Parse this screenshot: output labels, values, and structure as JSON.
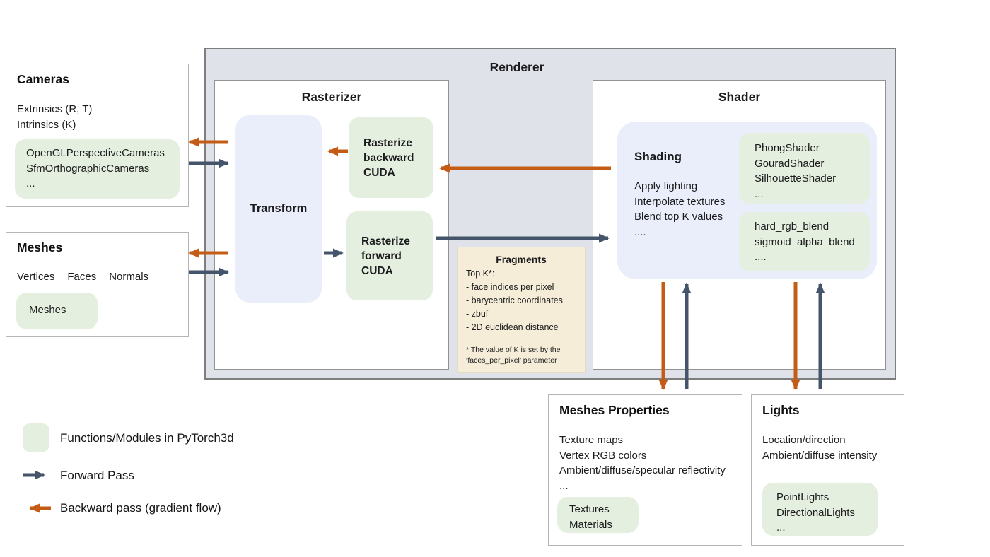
{
  "diagram": {
    "renderer_title": "Renderer",
    "rasterizer": {
      "title": "Rasterizer",
      "transform_label": "Transform",
      "rasterize_backward": [
        "Rasterize",
        "backward",
        "CUDA"
      ],
      "rasterize_forward": [
        "Rasterize",
        "forward",
        "CUDA"
      ]
    },
    "fragments": {
      "title": "Fragments",
      "lines": [
        "Top K*:",
        "- face indices per pixel",
        "- barycentric coordinates",
        "- zbuf",
        "- 2D euclidean distance"
      ],
      "footnote": [
        "* The value of K is set by the",
        "‘faces_per_pixel’ parameter"
      ]
    },
    "shader": {
      "title": "Shader",
      "shading_title": "Shading",
      "shading_lines": [
        "Apply lighting",
        "Interpolate textures",
        "Blend top K values",
        "...."
      ],
      "shaders_module": [
        "PhongShader",
        "GouradShader",
        "SilhouetteShader",
        "..."
      ],
      "blend_module": [
        "hard_rgb_blend",
        "sigmoid_alpha_blend",
        "...."
      ]
    },
    "cameras": {
      "title": "Cameras",
      "lines": [
        "Extrinsics (R, T)",
        "Intrinsics (K)"
      ],
      "module": [
        "OpenGLPerspectiveCameras",
        "SfmOrthographicCameras",
        "..."
      ]
    },
    "meshes": {
      "title": "Meshes",
      "attrs": [
        "Vertices",
        "Faces",
        "Normals"
      ],
      "module": [
        "Meshes"
      ]
    },
    "meshes_properties": {
      "title": "Meshes Properties",
      "lines": [
        "Texture maps",
        "Vertex RGB colors",
        "Ambient/diffuse/specular reflectivity",
        "..."
      ],
      "module": [
        "Textures",
        "Materials"
      ]
    },
    "lights": {
      "title": "Lights",
      "lines": [
        "Location/direction",
        "Ambient/diffuse intensity"
      ],
      "module": [
        "PointLights",
        "DirectionalLights",
        "..."
      ]
    }
  },
  "legend": {
    "module_label": "Functions/Modules in PyTorch3d",
    "forward_label": "Forward Pass",
    "backward_label": "Backward pass (gradient flow)"
  },
  "colors": {
    "module_green": "#e4efdf",
    "panel_blue": "#e9eefa",
    "note_tan": "#f5edd7",
    "renderer_gray": "#dfe2e9",
    "forward_arrow": "#44546a",
    "backward_arrow": "#c45c15"
  }
}
